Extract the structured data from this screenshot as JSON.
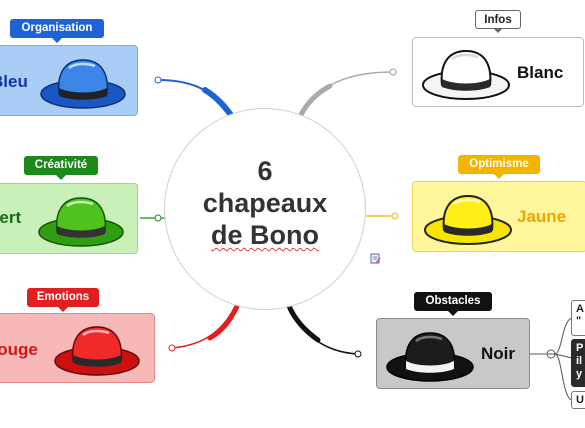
{
  "center": {
    "line1": "6",
    "line2": "chapeaux",
    "line3": "de Bono"
  },
  "nodes": {
    "bleu": {
      "label": "Bleu",
      "tag": "Organisation",
      "color": "#1e63d6"
    },
    "vert": {
      "label": "Vert",
      "tag": "Créativité",
      "color": "#1b8a1b"
    },
    "rouge": {
      "label": "Rouge",
      "tag": "Emotions",
      "color": "#e02020"
    },
    "blanc": {
      "label": "Blanc",
      "tag": "Infos",
      "color": "#9a9a9a"
    },
    "jaune": {
      "label": "Jaune",
      "tag": "Optimisme",
      "color": "#f2b400"
    },
    "noir": {
      "label": "Noir",
      "tag": "Obstacles",
      "color": "#111111"
    }
  },
  "noir_children": [
    {
      "text": "A"
    },
    {
      "text": "P"
    },
    {
      "text": "U"
    }
  ],
  "noir_children_extra": {
    "row1_line2": "\"",
    "row2_line2": "il",
    "row2_line3": "y"
  },
  "icons": {
    "note": "note-icon"
  }
}
